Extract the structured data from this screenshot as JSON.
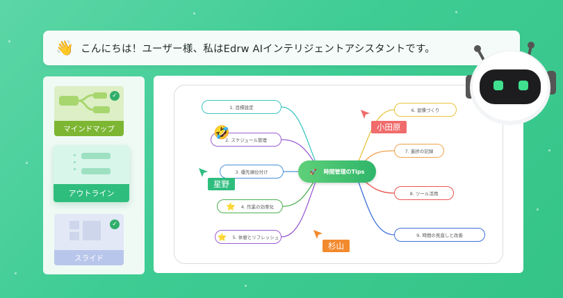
{
  "greeting": {
    "wave_icon": "👋",
    "text": "こんにちは！ユーザー様、私はEdrw AIインテリジェントアシスタントです。"
  },
  "view_modes": [
    {
      "label": "マインドマップ",
      "icon": "mindmap-icon",
      "checked": true
    },
    {
      "label": "アウトライン",
      "icon": "outline-icon",
      "checked": false,
      "selected": true
    },
    {
      "label": "スライド",
      "icon": "slide-icon",
      "checked": true
    }
  ],
  "mindmap": {
    "central": {
      "label": "時間管理のTips",
      "icon": "🚀"
    },
    "left_nodes": [
      {
        "label": "1. 目標設定",
        "color": "#39c4c0",
        "emoji": ""
      },
      {
        "label": "2. スケジュール管理",
        "color": "#9a5bd1",
        "emoji": "🤣"
      },
      {
        "label": "3. 優先順位付け",
        "color": "#4a90d9",
        "emoji": ""
      },
      {
        "label": "4. 作業の効率化",
        "color": "#4caf50",
        "emoji": "⭐"
      },
      {
        "label": "5. 休憩とリフレッシュ",
        "color": "#9a5bd1",
        "emoji": "⭐"
      }
    ],
    "right_nodes": [
      {
        "label": "6. 習慣づくり",
        "color": "#e8c23a"
      },
      {
        "label": "7. 進捗の記録",
        "color": "#f0a04b"
      },
      {
        "label": "8. ツール活用",
        "color": "#e8544e"
      },
      {
        "label": "9. 時間の見直しと改善",
        "color": "#3b6fd8"
      }
    ]
  },
  "collaborators": [
    {
      "name": "小田原",
      "color": "#f06b6b"
    },
    {
      "name": "星野",
      "color": "#2fbd7e"
    },
    {
      "name": "杉山",
      "color": "#f28a2e"
    }
  ]
}
